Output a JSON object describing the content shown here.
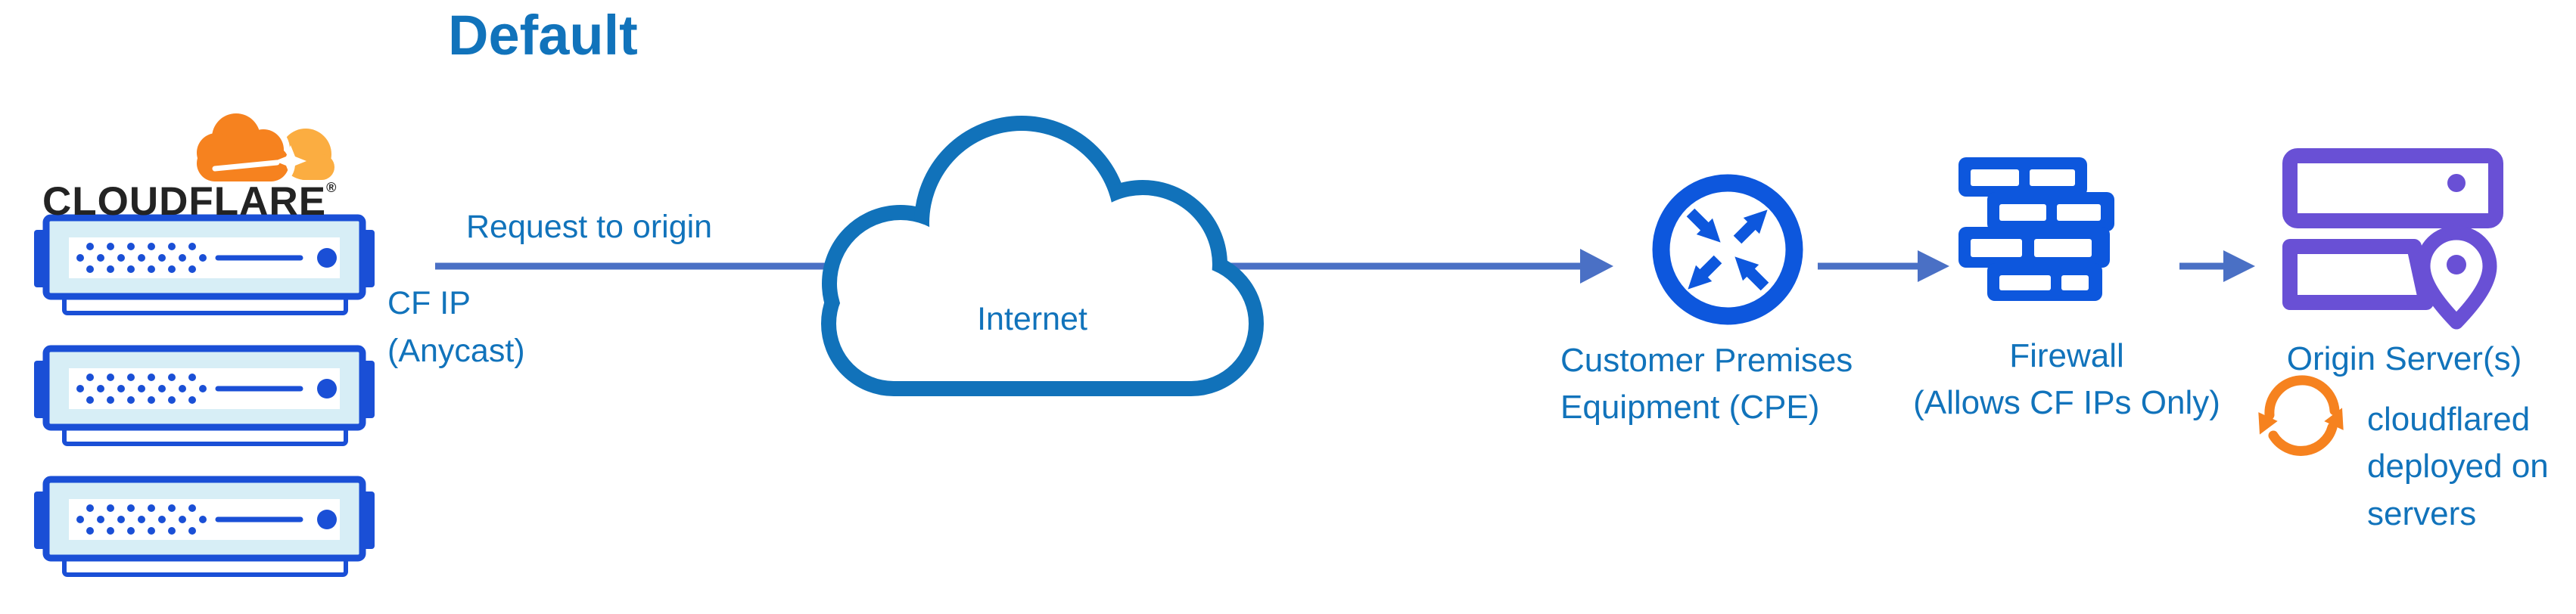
{
  "diagram": {
    "title": "Default",
    "cloudflare_node": {
      "wordmark": "CLOUDFLARE",
      "registered_mark": "®"
    },
    "connection_labels": {
      "request_to_origin": "Request to origin",
      "cf_ip": [
        "CF IP",
        "(Anycast)"
      ]
    },
    "internet_node": {
      "label": "Internet"
    },
    "cpe_node": {
      "label_lines": [
        "Customer Premises",
        "Equipment (CPE)"
      ]
    },
    "firewall_node": {
      "label_lines": [
        "Firewall",
        "(Allows CF IPs Only)"
      ]
    },
    "origin_node": {
      "label": "Origin Server(s)",
      "note_lines": [
        "cloudflared",
        "deployed on",
        "servers"
      ]
    },
    "icons": {
      "cloudflare_logo": "cloudflare-cloud-logo",
      "edge_servers": "rack-server-icon",
      "internet": "cloud-outline-icon",
      "cpe": "router-crossed-arrows-icon",
      "firewall": "brick-wall-icon",
      "origin": "server-stack-with-location-pin-icon",
      "cloudflared": "sync-circular-arrows-icon"
    },
    "colors": {
      "label_blue": "#1173bb",
      "connector_blue": "#4a70c5",
      "icon_blue": "#0d57dd",
      "server_panel_blue": "#d7eef6",
      "origin_purple": "#6950d5",
      "cloudflare_orange": "#f6821f",
      "cloudflare_orange_light": "#fbad41",
      "wordmark_dark": "#232323"
    }
  }
}
